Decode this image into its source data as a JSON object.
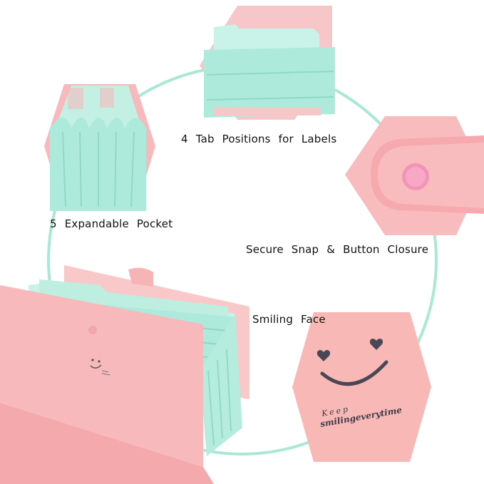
{
  "captions": {
    "tabs": "4 Tab Positions for Labels",
    "pocket": "5 Expandable Pocket",
    "snap": "Secure Snap & Button Closure",
    "smile": "Smiling Face"
  },
  "smile_badge": {
    "line1": "Keep",
    "line2": "smilingeverytime"
  },
  "colors": {
    "pink": "#f7b9bb",
    "pink_light": "#fbd3d3",
    "mint": "#aeeadb",
    "mint_light": "#c9f3e8",
    "ring": "#a9e8d5",
    "button": "#f294b8",
    "text_dark": "#3d3c4a"
  }
}
